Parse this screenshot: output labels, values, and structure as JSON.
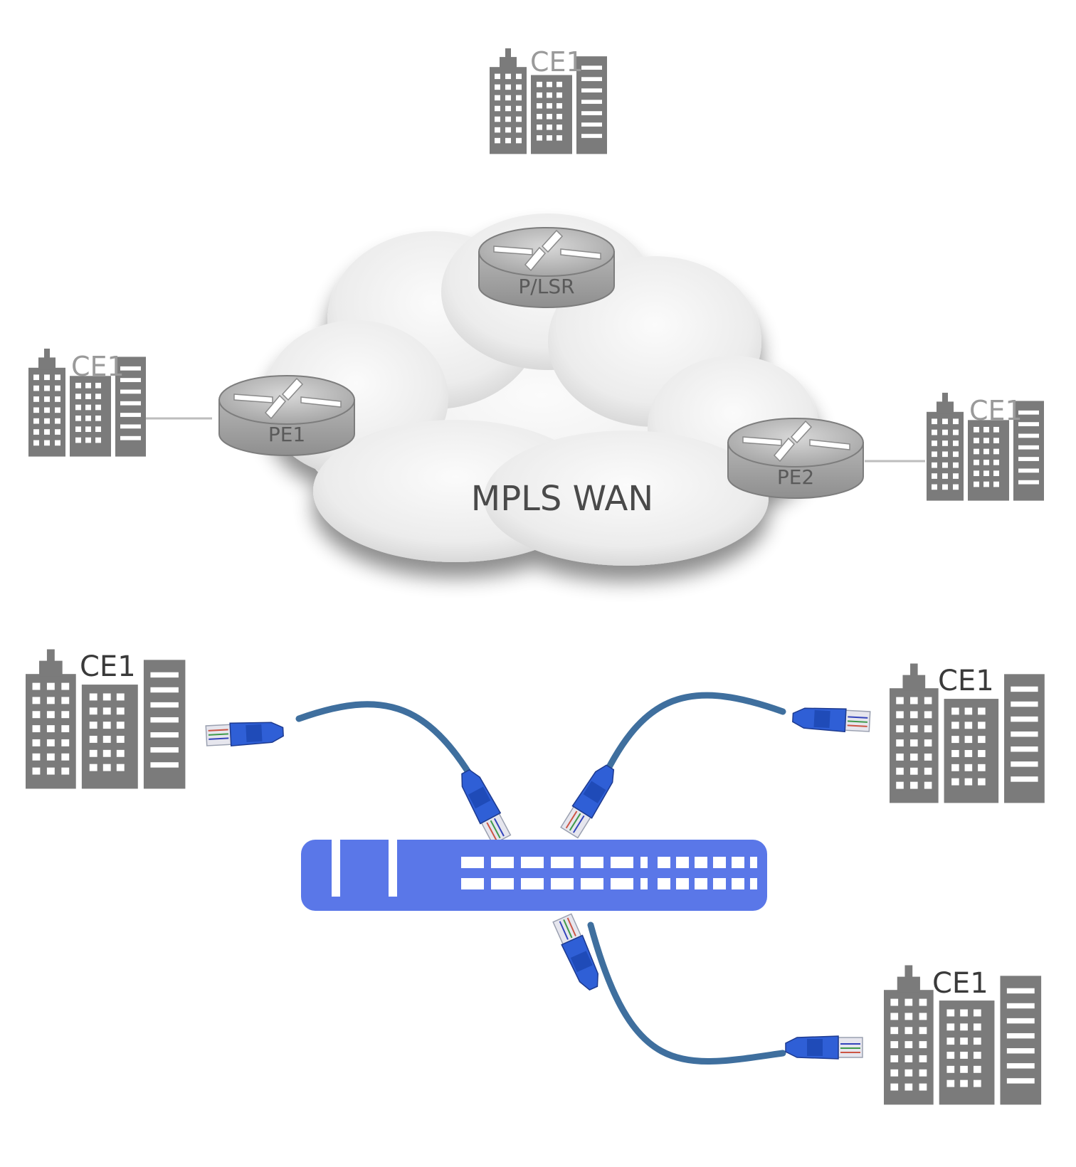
{
  "top_section": {
    "cloud_label": "MPLS WAN",
    "routers": [
      {
        "id": "p",
        "label": "P/LSR"
      },
      {
        "id": "pe1",
        "label": "PE1"
      },
      {
        "id": "pe2",
        "label": "PE2"
      }
    ],
    "sites": [
      {
        "id": "top",
        "label": "CE1"
      },
      {
        "id": "left",
        "label": "CE1"
      },
      {
        "id": "right",
        "label": "CE1"
      }
    ]
  },
  "bottom_section": {
    "sites": [
      {
        "id": "left",
        "label": "CE1"
      },
      {
        "id": "upper-right",
        "label": "CE1"
      },
      {
        "id": "lower-right",
        "label": "CE1"
      }
    ]
  },
  "colors": {
    "building": "#7b7b7b",
    "router": "#a9a9a9",
    "cloud": "#eeeeee",
    "switch": "#5a77e8",
    "cable": "#3f6f9e",
    "connector": "#2f5fd6",
    "link_line": "#bdbdbd"
  }
}
